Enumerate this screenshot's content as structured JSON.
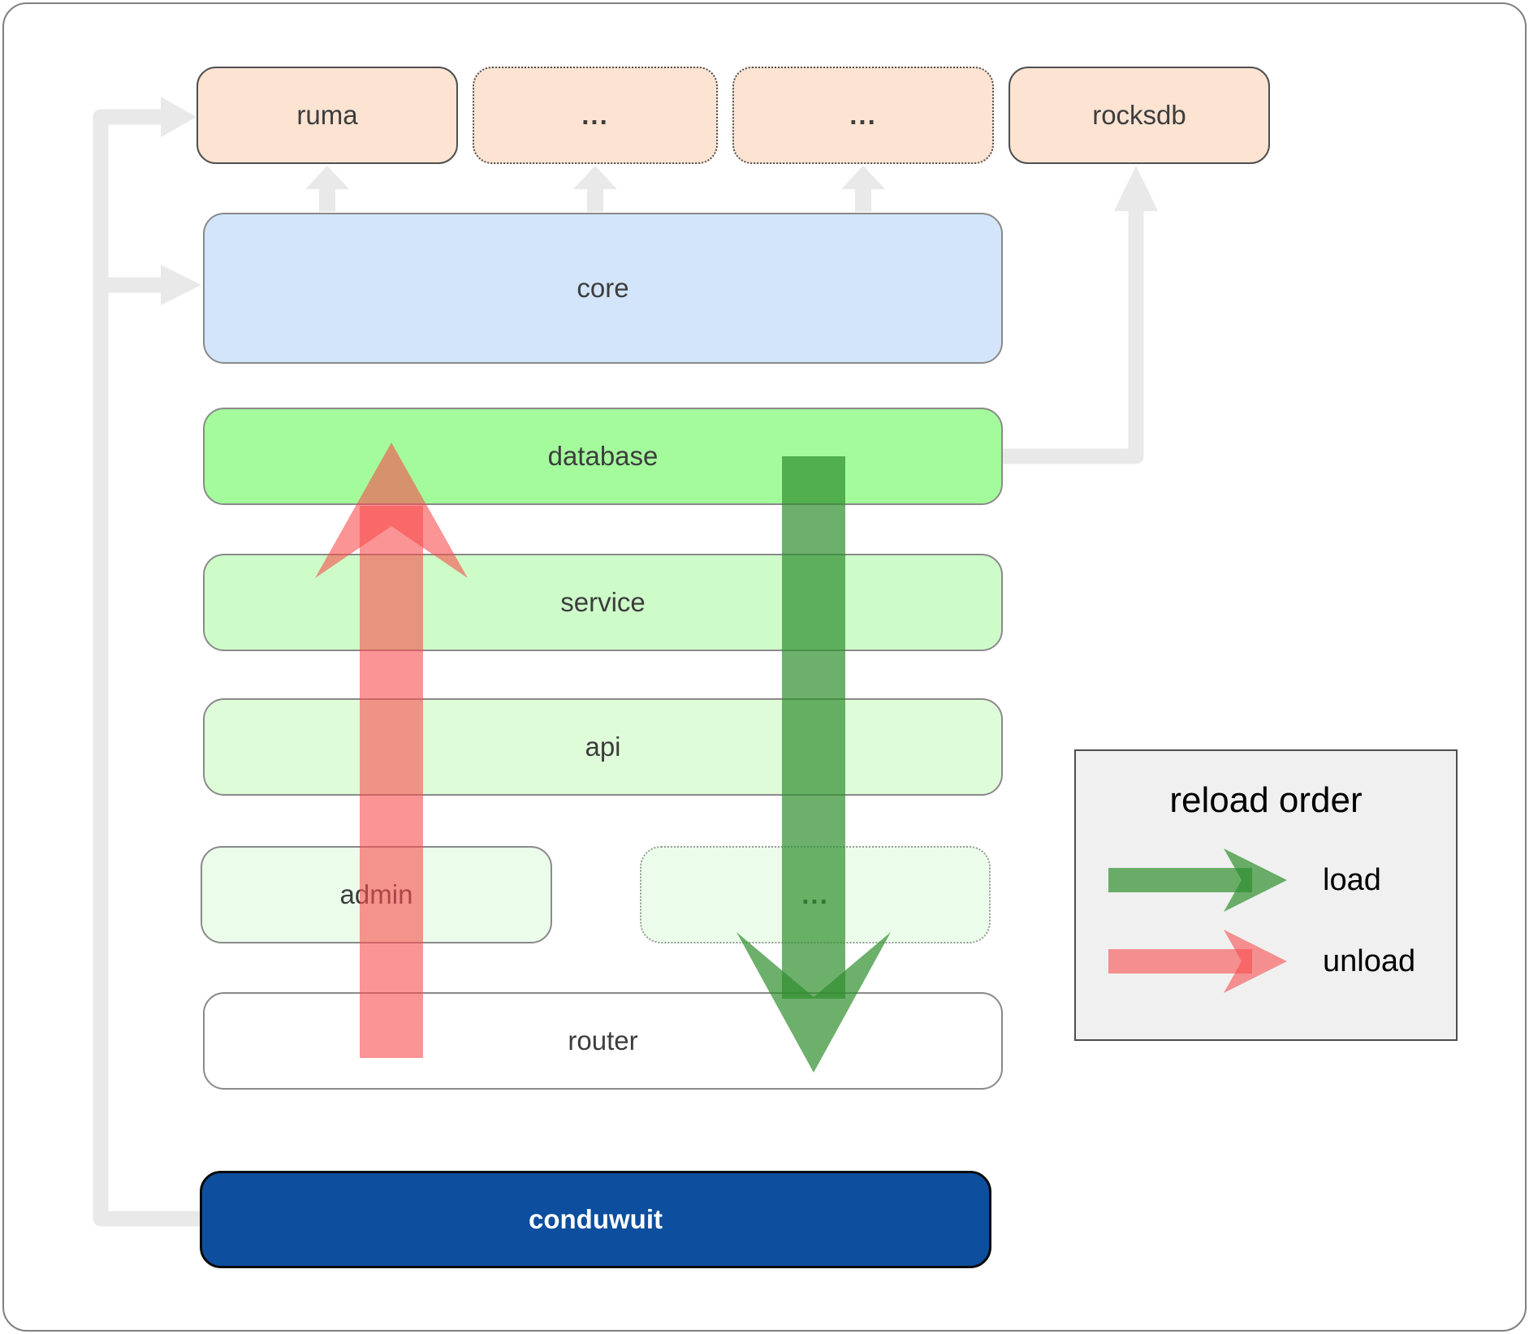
{
  "boxes": {
    "ruma": "ruma",
    "dep2": "...",
    "dep3": "...",
    "rocksdb": "rocksdb",
    "core": "core",
    "database": "database",
    "service": "service",
    "api": "api",
    "admin": "admin",
    "admin_etc": "...",
    "router": "router",
    "conduwuit": "conduwuit"
  },
  "legend": {
    "title": "reload order",
    "items": [
      {
        "label": "load"
      },
      {
        "label": "unload"
      }
    ]
  },
  "colors": {
    "dependency_fill": "#fce3d2",
    "core_fill": "#d2e5fa",
    "database_fill": "#a4fb9c",
    "service_fill": "#cefcc9",
    "api_fill": "#dffcd9",
    "admin_fill": "#ebfdea",
    "router_fill": "#ffffff",
    "conduwuit_fill": "#0d4e9e",
    "connector_gray": "#e9e9e9",
    "arrow_load_green": "#2f8f2d",
    "arrow_unload_red": "#f94d4d",
    "legend_bg": "#f0f0f0",
    "label_text": "#3d3d3d"
  }
}
